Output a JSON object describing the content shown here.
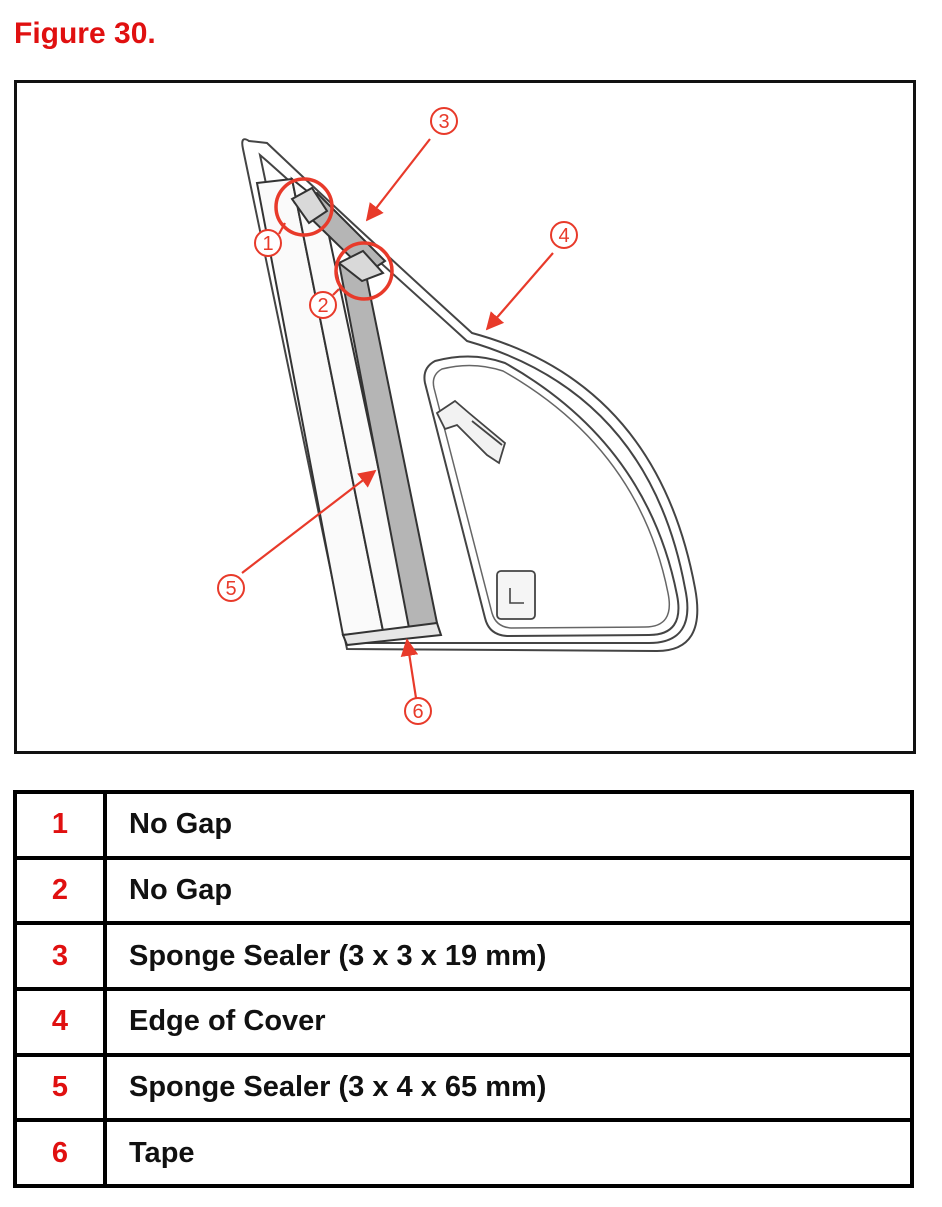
{
  "figure": {
    "title": "Figure 30."
  },
  "diagram": {
    "callouts": [
      "1",
      "2",
      "3",
      "4",
      "5",
      "6"
    ],
    "callout_color": "#e83a2a",
    "line_color": "#444444",
    "sealer_color": "#b5b5b5"
  },
  "legend": {
    "rows": [
      {
        "number": "1",
        "description": "No Gap"
      },
      {
        "number": "2",
        "description": "No Gap"
      },
      {
        "number": "3",
        "description": "Sponge Sealer (3 x 3 x 19 mm)"
      },
      {
        "number": "4",
        "description": "Edge of Cover"
      },
      {
        "number": "5",
        "description": "Sponge Sealer (3 x 4 x 65 mm)"
      },
      {
        "number": "6",
        "description": "Tape"
      }
    ]
  }
}
